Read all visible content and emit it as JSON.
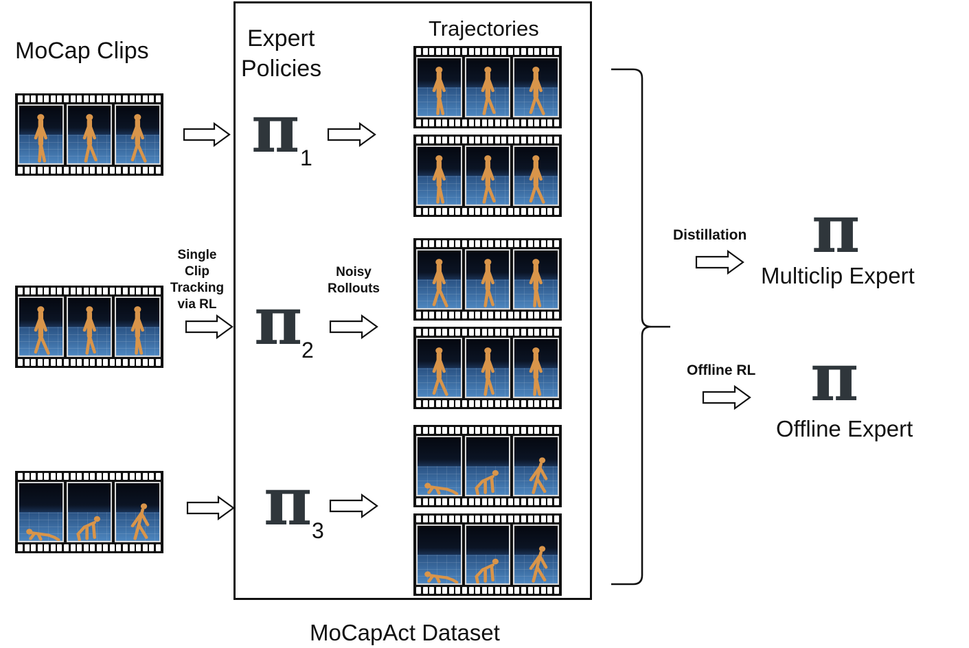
{
  "labels": {
    "mocap_clips": "MoCap Clips",
    "expert_policies_line1": "Expert",
    "expert_policies_line2": "Policies",
    "trajectories": "Trajectories",
    "single_clip_line1": "Single",
    "single_clip_line2": "Clip",
    "single_clip_line3": "Tracking",
    "single_clip_line4": "via RL",
    "noisy_line1": "Noisy",
    "noisy_line2": "Rollouts",
    "distillation": "Distillation",
    "offline_rl": "Offline RL",
    "multiclip_expert": "Multiclip Expert",
    "offline_expert": "Offline Expert",
    "dataset": "MoCapAct Dataset"
  },
  "policies": [
    {
      "symbol": "π",
      "subscript": "1"
    },
    {
      "symbol": "π",
      "subscript": "2"
    },
    {
      "symbol": "π",
      "subscript": "3"
    }
  ],
  "output_policies": [
    {
      "symbol": "π"
    },
    {
      "symbol": "π"
    }
  ],
  "colors": {
    "pi": "#2f363b",
    "humanoid": "#d9954a",
    "floor": "#3a6ea3",
    "film": "#111111"
  },
  "film_strips": [
    {
      "group": "mocap-clip-1",
      "poses": [
        "stand",
        "step",
        "walk"
      ]
    },
    {
      "group": "mocap-clip-2",
      "poses": [
        "walk",
        "turn",
        "stand"
      ]
    },
    {
      "group": "mocap-clip-3",
      "poses": [
        "crawl",
        "crouch",
        "rise"
      ]
    },
    {
      "group": "trajectory-1a",
      "poses": [
        "stand",
        "step",
        "walk"
      ]
    },
    {
      "group": "trajectory-1b",
      "poses": [
        "stand",
        "step",
        "walk"
      ]
    },
    {
      "group": "trajectory-2a",
      "poses": [
        "walk",
        "turn",
        "stand"
      ]
    },
    {
      "group": "trajectory-2b",
      "poses": [
        "walk",
        "turn",
        "stand"
      ]
    },
    {
      "group": "trajectory-3a",
      "poses": [
        "crawl",
        "crouch",
        "rise"
      ]
    },
    {
      "group": "trajectory-3b",
      "poses": [
        "crawl",
        "crouch",
        "rise"
      ]
    }
  ]
}
